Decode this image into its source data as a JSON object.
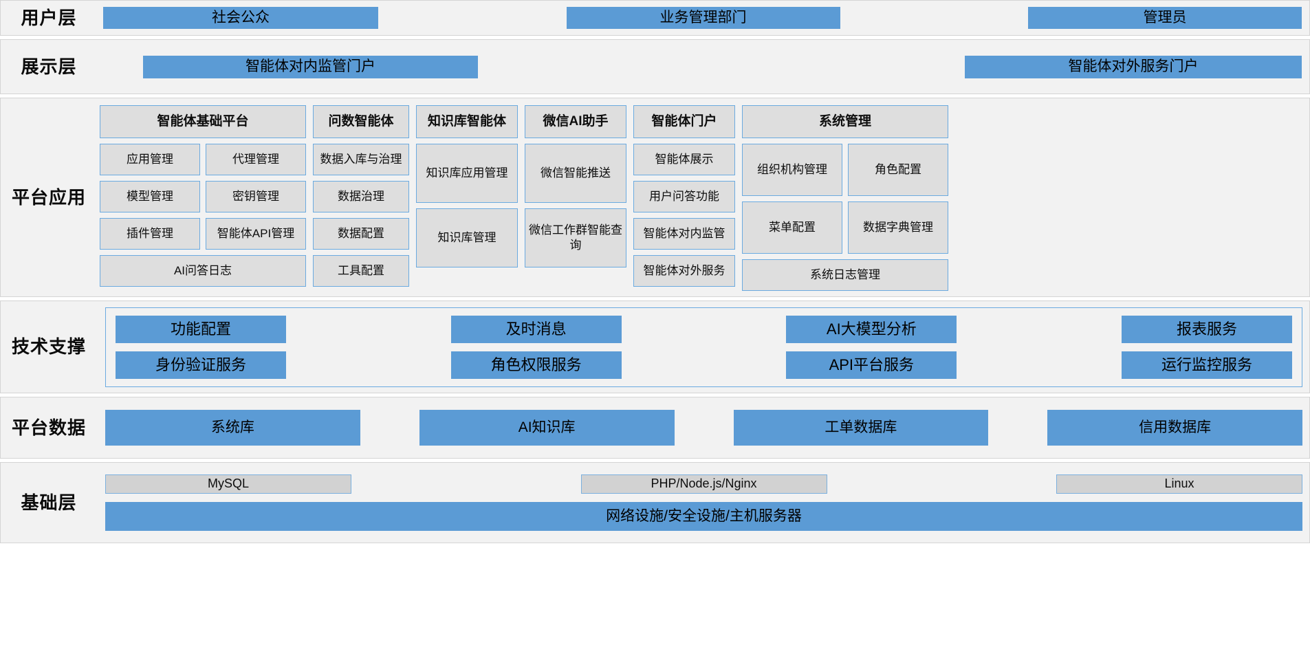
{
  "layers": {
    "user": {
      "label": "用户层",
      "boxes": [
        {
          "label": "社会公众"
        },
        {
          "label": "业务管理部门"
        },
        {
          "label": "管理员"
        }
      ]
    },
    "presentation": {
      "label": "展示层",
      "boxes": [
        {
          "label": "智能体对内监管门户"
        },
        {
          "label": "智能体对外服务门户"
        }
      ]
    },
    "platform_app": {
      "label_line1": "平台",
      "label_line2": "应用",
      "columns": [
        {
          "header": "智能体基础平台",
          "rows": [
            [
              "应用管理",
              "代理管理"
            ],
            [
              "模型管理",
              "密钥管理"
            ],
            [
              "插件管理",
              "智能体API管理"
            ],
            [
              "AI问答日志"
            ]
          ]
        },
        {
          "header": "问数智能体",
          "rows": [
            [
              "数据入库与治理"
            ],
            [
              "数据治理"
            ],
            [
              "数据配置"
            ],
            [
              "工具配置"
            ]
          ]
        },
        {
          "header": "知识库智能体",
          "rows": [
            [
              "知识库应用管理"
            ],
            [
              "知识库管理"
            ]
          ]
        },
        {
          "header": "微信AI助手",
          "rows": [
            [
              "微信智能推送"
            ],
            [
              "微信工作群智能查询"
            ]
          ]
        },
        {
          "header": "智能体门户",
          "rows": [
            [
              "智能体展示"
            ],
            [
              "用户问答功能"
            ],
            [
              "智能体对内监管"
            ],
            [
              "智能体对外服务"
            ]
          ]
        },
        {
          "header": "系统管理",
          "rows": [
            [
              "组织机构管理",
              "角色配置"
            ],
            [
              "菜单配置",
              "数据字典管理"
            ],
            [
              "系统日志管理"
            ]
          ]
        }
      ]
    },
    "tech_support": {
      "label_line1": "技术",
      "label_line2": "支撑",
      "rows": [
        [
          "功能配置",
          "及时消息",
          "AI大模型分析",
          "报表服务"
        ],
        [
          "身份验证服务",
          "角色权限服务",
          "API平台服务",
          "运行监控服务"
        ]
      ]
    },
    "platform_data": {
      "label_line1": "平台",
      "label_line2": "数据",
      "boxes": [
        "系统库",
        "AI知识库",
        "工单数据库",
        "信用数据库"
      ]
    },
    "infrastructure": {
      "label": "基础层",
      "top_boxes": [
        "MySQL",
        "PHP/Node.js/Nginx",
        "Linux"
      ],
      "bottom_box": "网络设施/安全设施/主机服务器"
    }
  },
  "colors": {
    "blue": "#5b9bd5",
    "grey_box": "#dedede",
    "box_border": "#6aaae0",
    "band_bg": "#f2f2f2"
  }
}
